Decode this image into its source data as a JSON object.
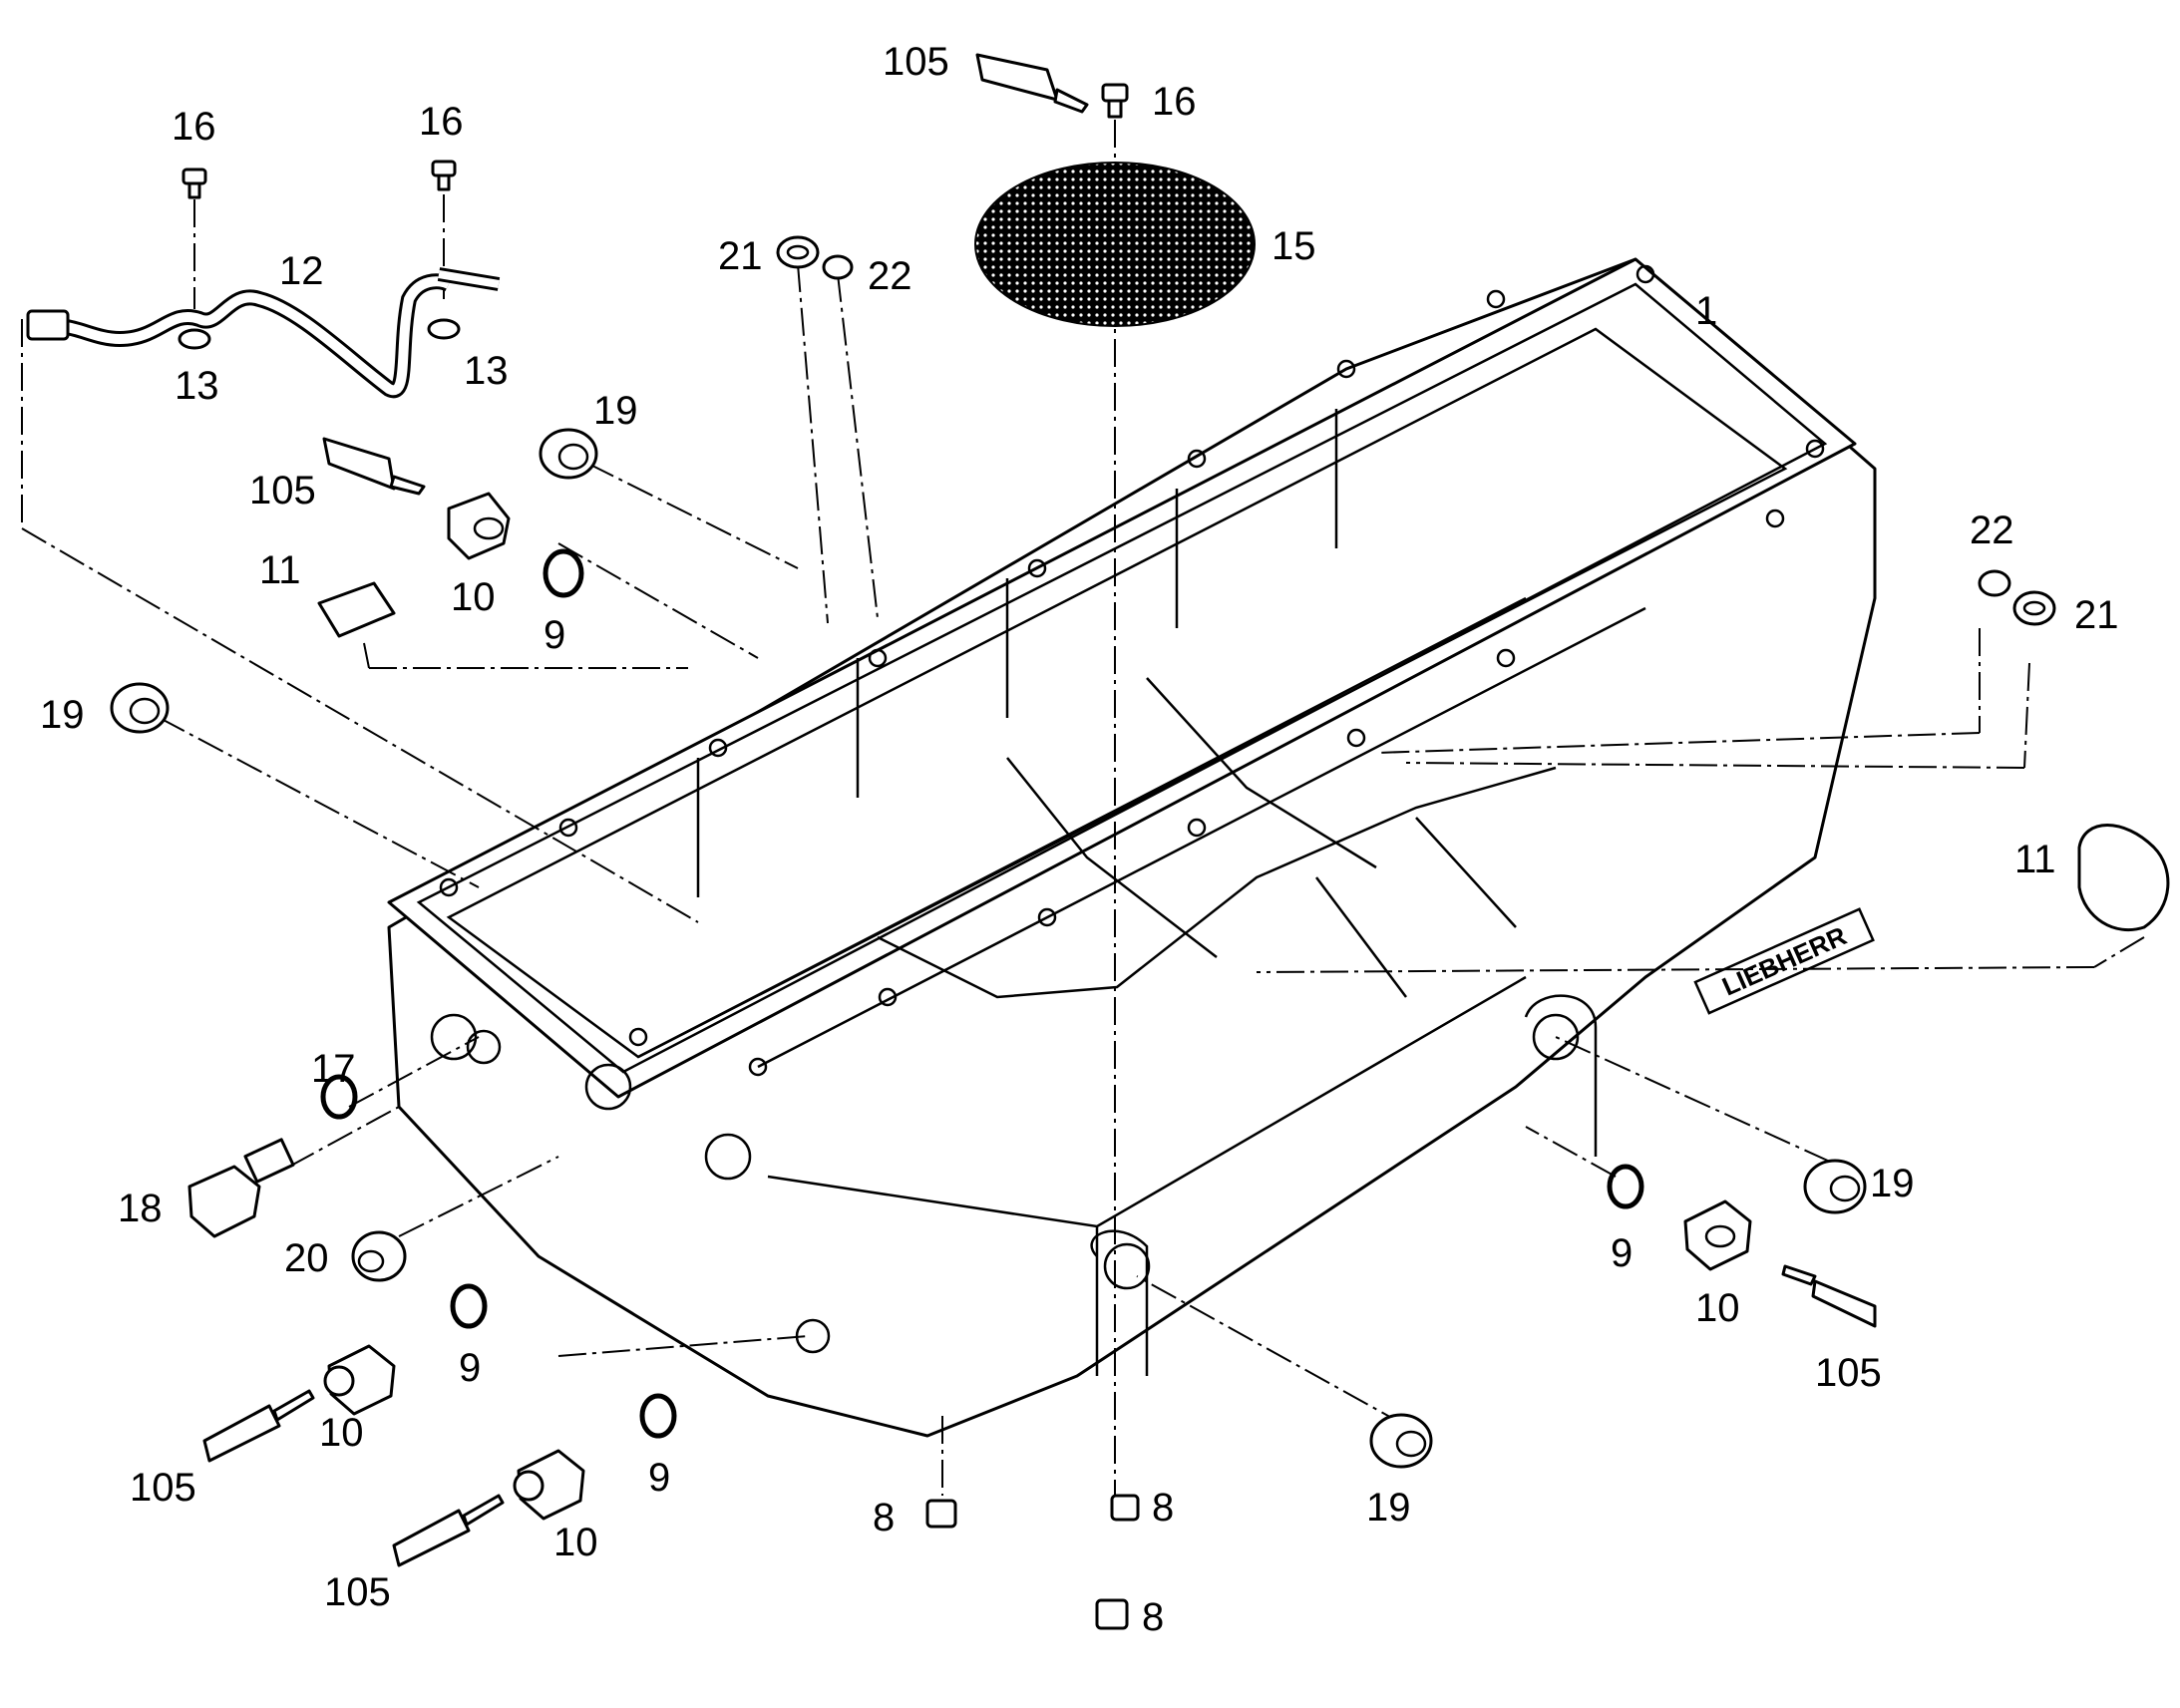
{
  "diagram": {
    "callouts": {
      "c1": "1",
      "c8a": "8",
      "c8b": "8",
      "c8c": "8",
      "c9a": "9",
      "c9b": "9",
      "c9c": "9",
      "c9d": "9",
      "c10a": "10",
      "c10b": "10",
      "c10c": "10",
      "c10d": "10",
      "c11a": "11",
      "c11b": "11",
      "c12": "12",
      "c13a": "13",
      "c13b": "13",
      "c15": "15",
      "c16a": "16",
      "c16b": "16",
      "c16c": "16",
      "c17": "17",
      "c18": "18",
      "c19a": "19",
      "c19b": "19",
      "c19c": "19",
      "c19d": "19",
      "c20": "20",
      "c21a": "21",
      "c21b": "21",
      "c22a": "22",
      "c22b": "22",
      "c105a": "105",
      "c105b": "105",
      "c105c": "105",
      "c105d": "105",
      "c105e": "105"
    },
    "brand_text": "LIEBHERR"
  }
}
